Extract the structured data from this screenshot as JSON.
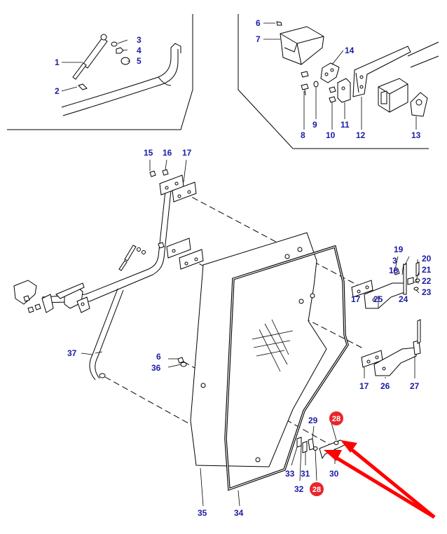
{
  "diagram": {
    "callouts": {
      "c1": "1",
      "c2": "2",
      "c3a": "3",
      "c4": "4",
      "c5": "5",
      "c6a": "6",
      "c7": "7",
      "c8": "8",
      "c9": "9",
      "c10": "10",
      "c11": "11",
      "c12": "12",
      "c13": "13",
      "c14": "14",
      "c15": "15",
      "c16": "16",
      "c17a": "17",
      "c17b": "17",
      "c17c": "17",
      "c3b": "3",
      "c18": "18",
      "c19": "19",
      "c20": "20",
      "c21": "21",
      "c22": "22",
      "c23": "23",
      "c24": "24",
      "c25": "25",
      "c26": "26",
      "c27": "27",
      "c6b": "6",
      "c36": "36",
      "c37": "37",
      "c28a": "28",
      "c28b": "28",
      "c29": "29",
      "c30": "30",
      "c31": "31",
      "c32": "32",
      "c33": "33",
      "c34": "34",
      "c35": "35"
    },
    "highlight_color": "#e8262c",
    "callout_color": "#1a1aa6",
    "arrow_color": "#ff0000"
  }
}
